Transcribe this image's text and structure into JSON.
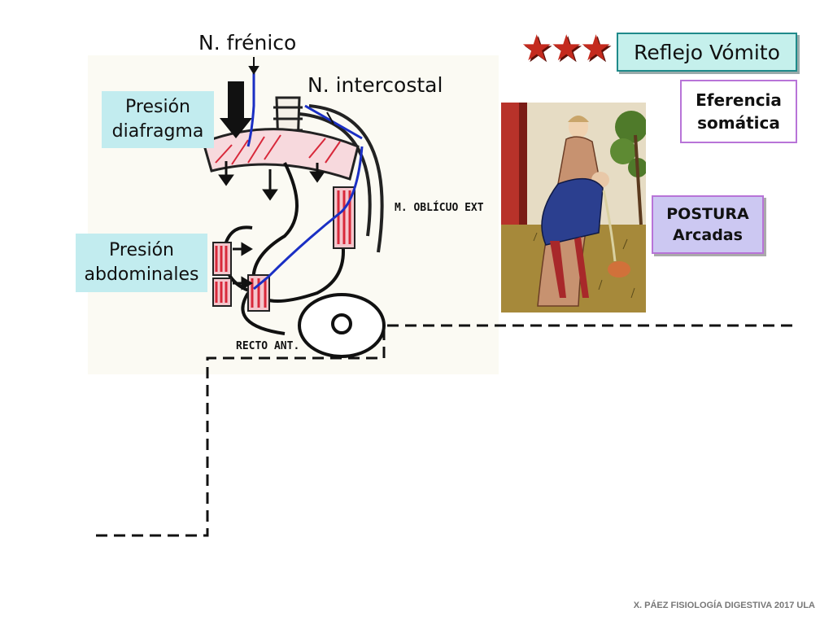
{
  "title": "Reflejo Vómito",
  "stars": "★★★",
  "labels": {
    "frenico": "N. frénico",
    "intercostal": "N. intercostal",
    "presion_diafragma": [
      "Presión",
      "diafragma"
    ],
    "presion_abdominales": [
      "Presión",
      "abdominales"
    ],
    "oblicuo": "M. OBLÍCUO EXT",
    "recto": "RECTO ANT."
  },
  "eferencia": [
    "Eferencia",
    "somática"
  ],
  "postura": [
    "POSTURA",
    "Arcadas"
  ],
  "footer": "X. PÁEZ   FISIOLOGÍA DIGESTIVA 2017  ULA",
  "colors": {
    "nerve": "#1a2fc4",
    "muscle": "#d8283a",
    "title_border": "#1f8a8a",
    "purple": "#b874d8",
    "stars": "#c42a1e"
  }
}
